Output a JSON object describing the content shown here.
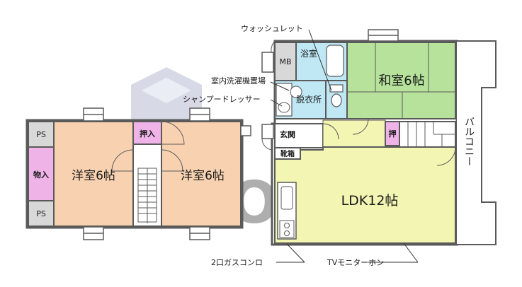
{
  "watermark": {
    "text": "SHITO",
    "color": "#d9534f"
  },
  "colors": {
    "wall": "#5a5a5a",
    "yoshitsu": "#f8d2b0",
    "washitsu": "#b6e29b",
    "ldk": "#f3f6b3",
    "storage": "#efb3e8",
    "water": "#bfe7f4",
    "grey": "#d8d8d8",
    "floor": "#ffffff"
  },
  "rooms": {
    "yoshitsu_left": "洋室6帖",
    "yoshitsu_right": "洋室6帖",
    "washitsu": "和室6帖",
    "ldk": "LDK12帖",
    "bath": "浴室",
    "dressing": "脱衣所",
    "entrance": "玄関",
    "shoe_box": "靴箱",
    "mb": "MB",
    "ps_top": "PS",
    "ps_bottom": "PS",
    "storage": "物入",
    "closet_left": "押入",
    "closet_right": "押",
    "balcony": "バルコニー"
  },
  "callouts": {
    "washlet": "ウォッシュレット",
    "laundry": "室内洗濯機置場",
    "vanity": "シャンプードレッサー",
    "stove": "2口ガスコンロ",
    "intercom": "TVモニターホン"
  }
}
